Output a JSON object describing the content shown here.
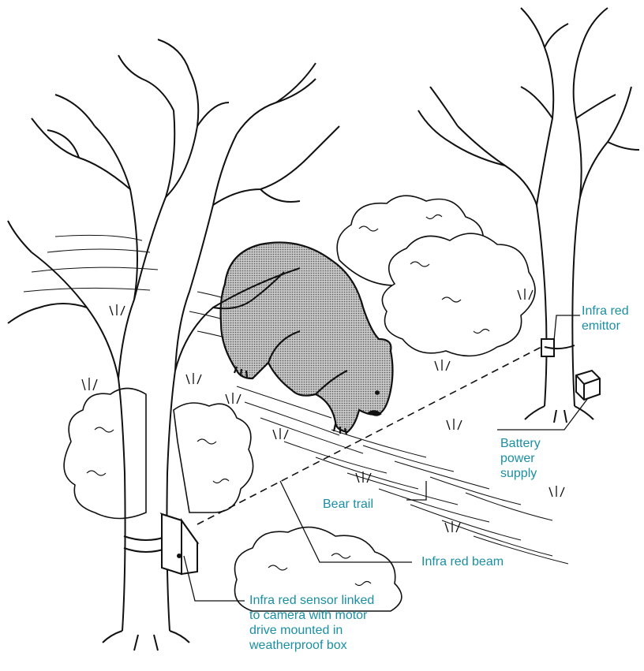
{
  "colors": {
    "label": "#1a8fa3",
    "ink": "#111111",
    "bear_fill": "#a9a9a9"
  },
  "labels": {
    "emitter": [
      "Infra red",
      "emittor"
    ],
    "battery": [
      "Battery",
      "power",
      "supply"
    ],
    "trail": "Bear trail",
    "beam": "Infra red beam",
    "sensor": [
      "Infra red sensor linked",
      "to camera with motor",
      "drive mounted in",
      "weatherproof box"
    ]
  }
}
